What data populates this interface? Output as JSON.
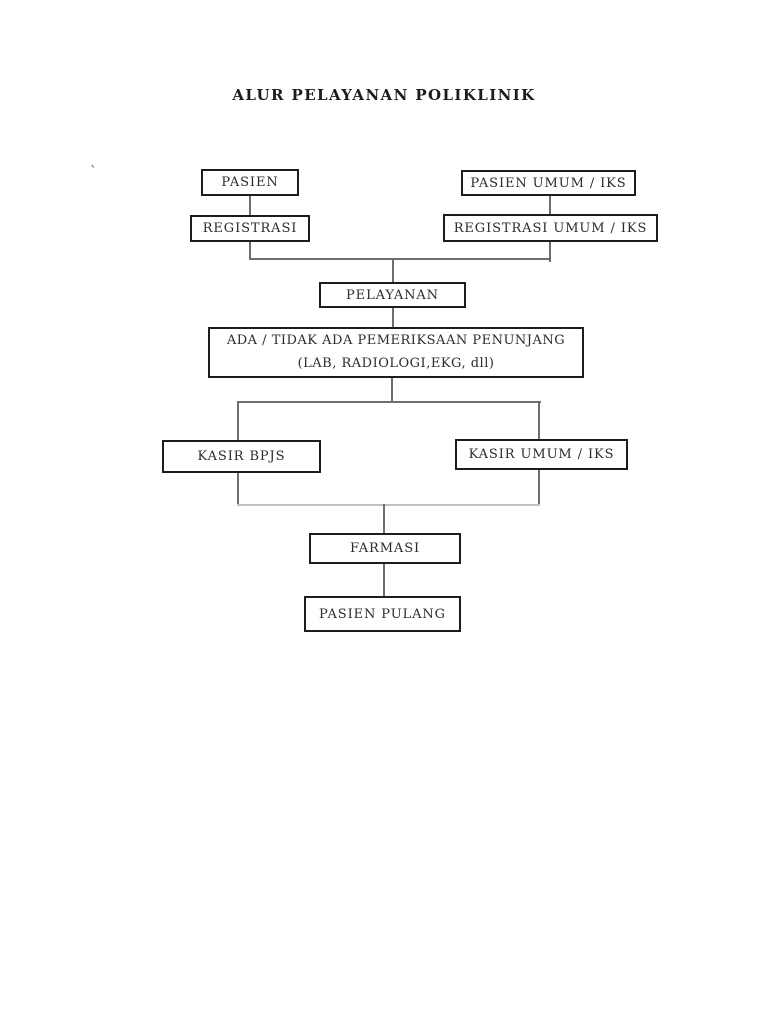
{
  "document": {
    "title": "ALUR PELAYANAN POLIKLINIK",
    "stray_mark": "`"
  },
  "flowchart": {
    "type": "flowchart",
    "nodes": [
      {
        "id": "pasien",
        "label": "PASIEN"
      },
      {
        "id": "pasien-umum-iks",
        "label": "PASIEN UMUM / IKS"
      },
      {
        "id": "registrasi",
        "label": "REGISTRASI"
      },
      {
        "id": "registrasi-umum-iks",
        "label": "REGISTRASI UMUM / IKS"
      },
      {
        "id": "pelayanan",
        "label": "PELAYANAN"
      },
      {
        "id": "pemeriksaan-penunjang",
        "label": "ADA / TIDAK ADA PEMERIKSAAN PENUNJANG",
        "sublabel": "(LAB, RADIOLOGI,EKG, dll)"
      },
      {
        "id": "kasir-bpjs",
        "label": "KASIR BPJS"
      },
      {
        "id": "kasir-umum-iks",
        "label": "KASIR UMUM / IKS"
      },
      {
        "id": "farmasi",
        "label": "FARMASI"
      },
      {
        "id": "pasien-pulang",
        "label": "PASIEN PULANG"
      }
    ],
    "edges": [
      "PASIEN -> REGISTRASI",
      "PASIEN UMUM / IKS -> REGISTRASI UMUM / IKS",
      "REGISTRASI -> PELAYANAN",
      "REGISTRASI UMUM / IKS -> PELAYANAN",
      "PELAYANAN -> ADA / TIDAK ADA PEMERIKSAAN PENUNJANG (LAB, RADIOLOGI,EKG, dll)",
      "ADA / TIDAK ADA PEMERIKSAAN PENUNJANG -> KASIR BPJS",
      "ADA / TIDAK ADA PEMERIKSAAN PENUNJANG -> KASIR UMUM / IKS",
      "KASIR BPJS -> FARMASI",
      "KASIR UMUM / IKS -> FARMASI",
      "FARMASI -> PASIEN PULANG"
    ]
  },
  "colors": {
    "page_background": "#ffffff",
    "box_border": "#1d1d1d",
    "text": "#2b2b2b",
    "connector": "#6e6e6e",
    "connector_light": "#c2c2c2"
  }
}
